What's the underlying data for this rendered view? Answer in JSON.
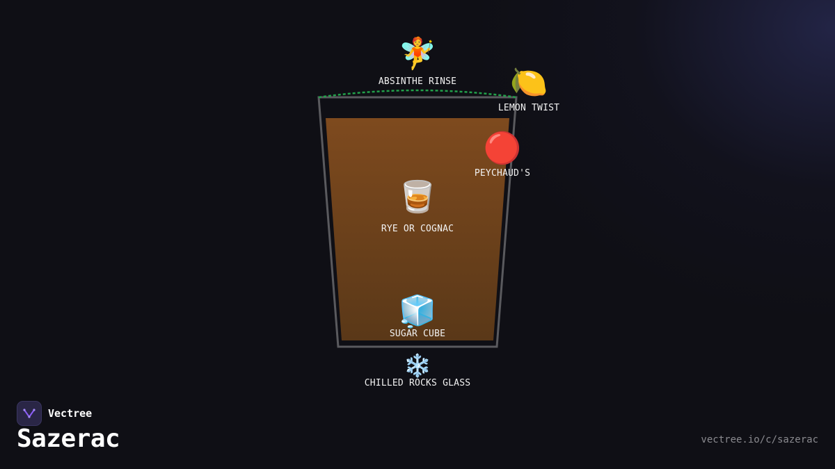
{
  "recipe": {
    "title": "Sazerac",
    "url": "vectree.io/c/sazerac"
  },
  "brand": {
    "name": "Vectree",
    "logo_icon": "vectree-logo-icon",
    "logo_color": "#8b5cf6"
  },
  "glass": {
    "outline_color": "#5a5a5e",
    "liquid_top_color": "#7e4a1e",
    "liquid_bottom_color": "#5a3818",
    "rinse_color": "#22a04a"
  },
  "ingredients": [
    {
      "name": "absinthe-rinse",
      "label": "ABSINTHE RINSE",
      "emoji": "🧚",
      "icon": "fairy-icon"
    },
    {
      "name": "lemon-twist",
      "label": "LEMON TWIST",
      "emoji": "🍋",
      "icon": "lemon-icon"
    },
    {
      "name": "peychauds",
      "label": "PEYCHAUD'S",
      "emoji": "🔴",
      "icon": "red-circle-icon"
    },
    {
      "name": "rye-or-cognac",
      "label": "RYE OR COGNAC",
      "emoji": "🥃",
      "icon": "tumbler-glass-icon"
    },
    {
      "name": "sugar-cube",
      "label": "SUGAR CUBE",
      "emoji": "🧊",
      "icon": "ice-cube-icon"
    },
    {
      "name": "chilled-rocks-glass",
      "label": "CHILLED ROCKS GLASS",
      "emoji": "❄️",
      "icon": "snowflake-icon"
    }
  ]
}
